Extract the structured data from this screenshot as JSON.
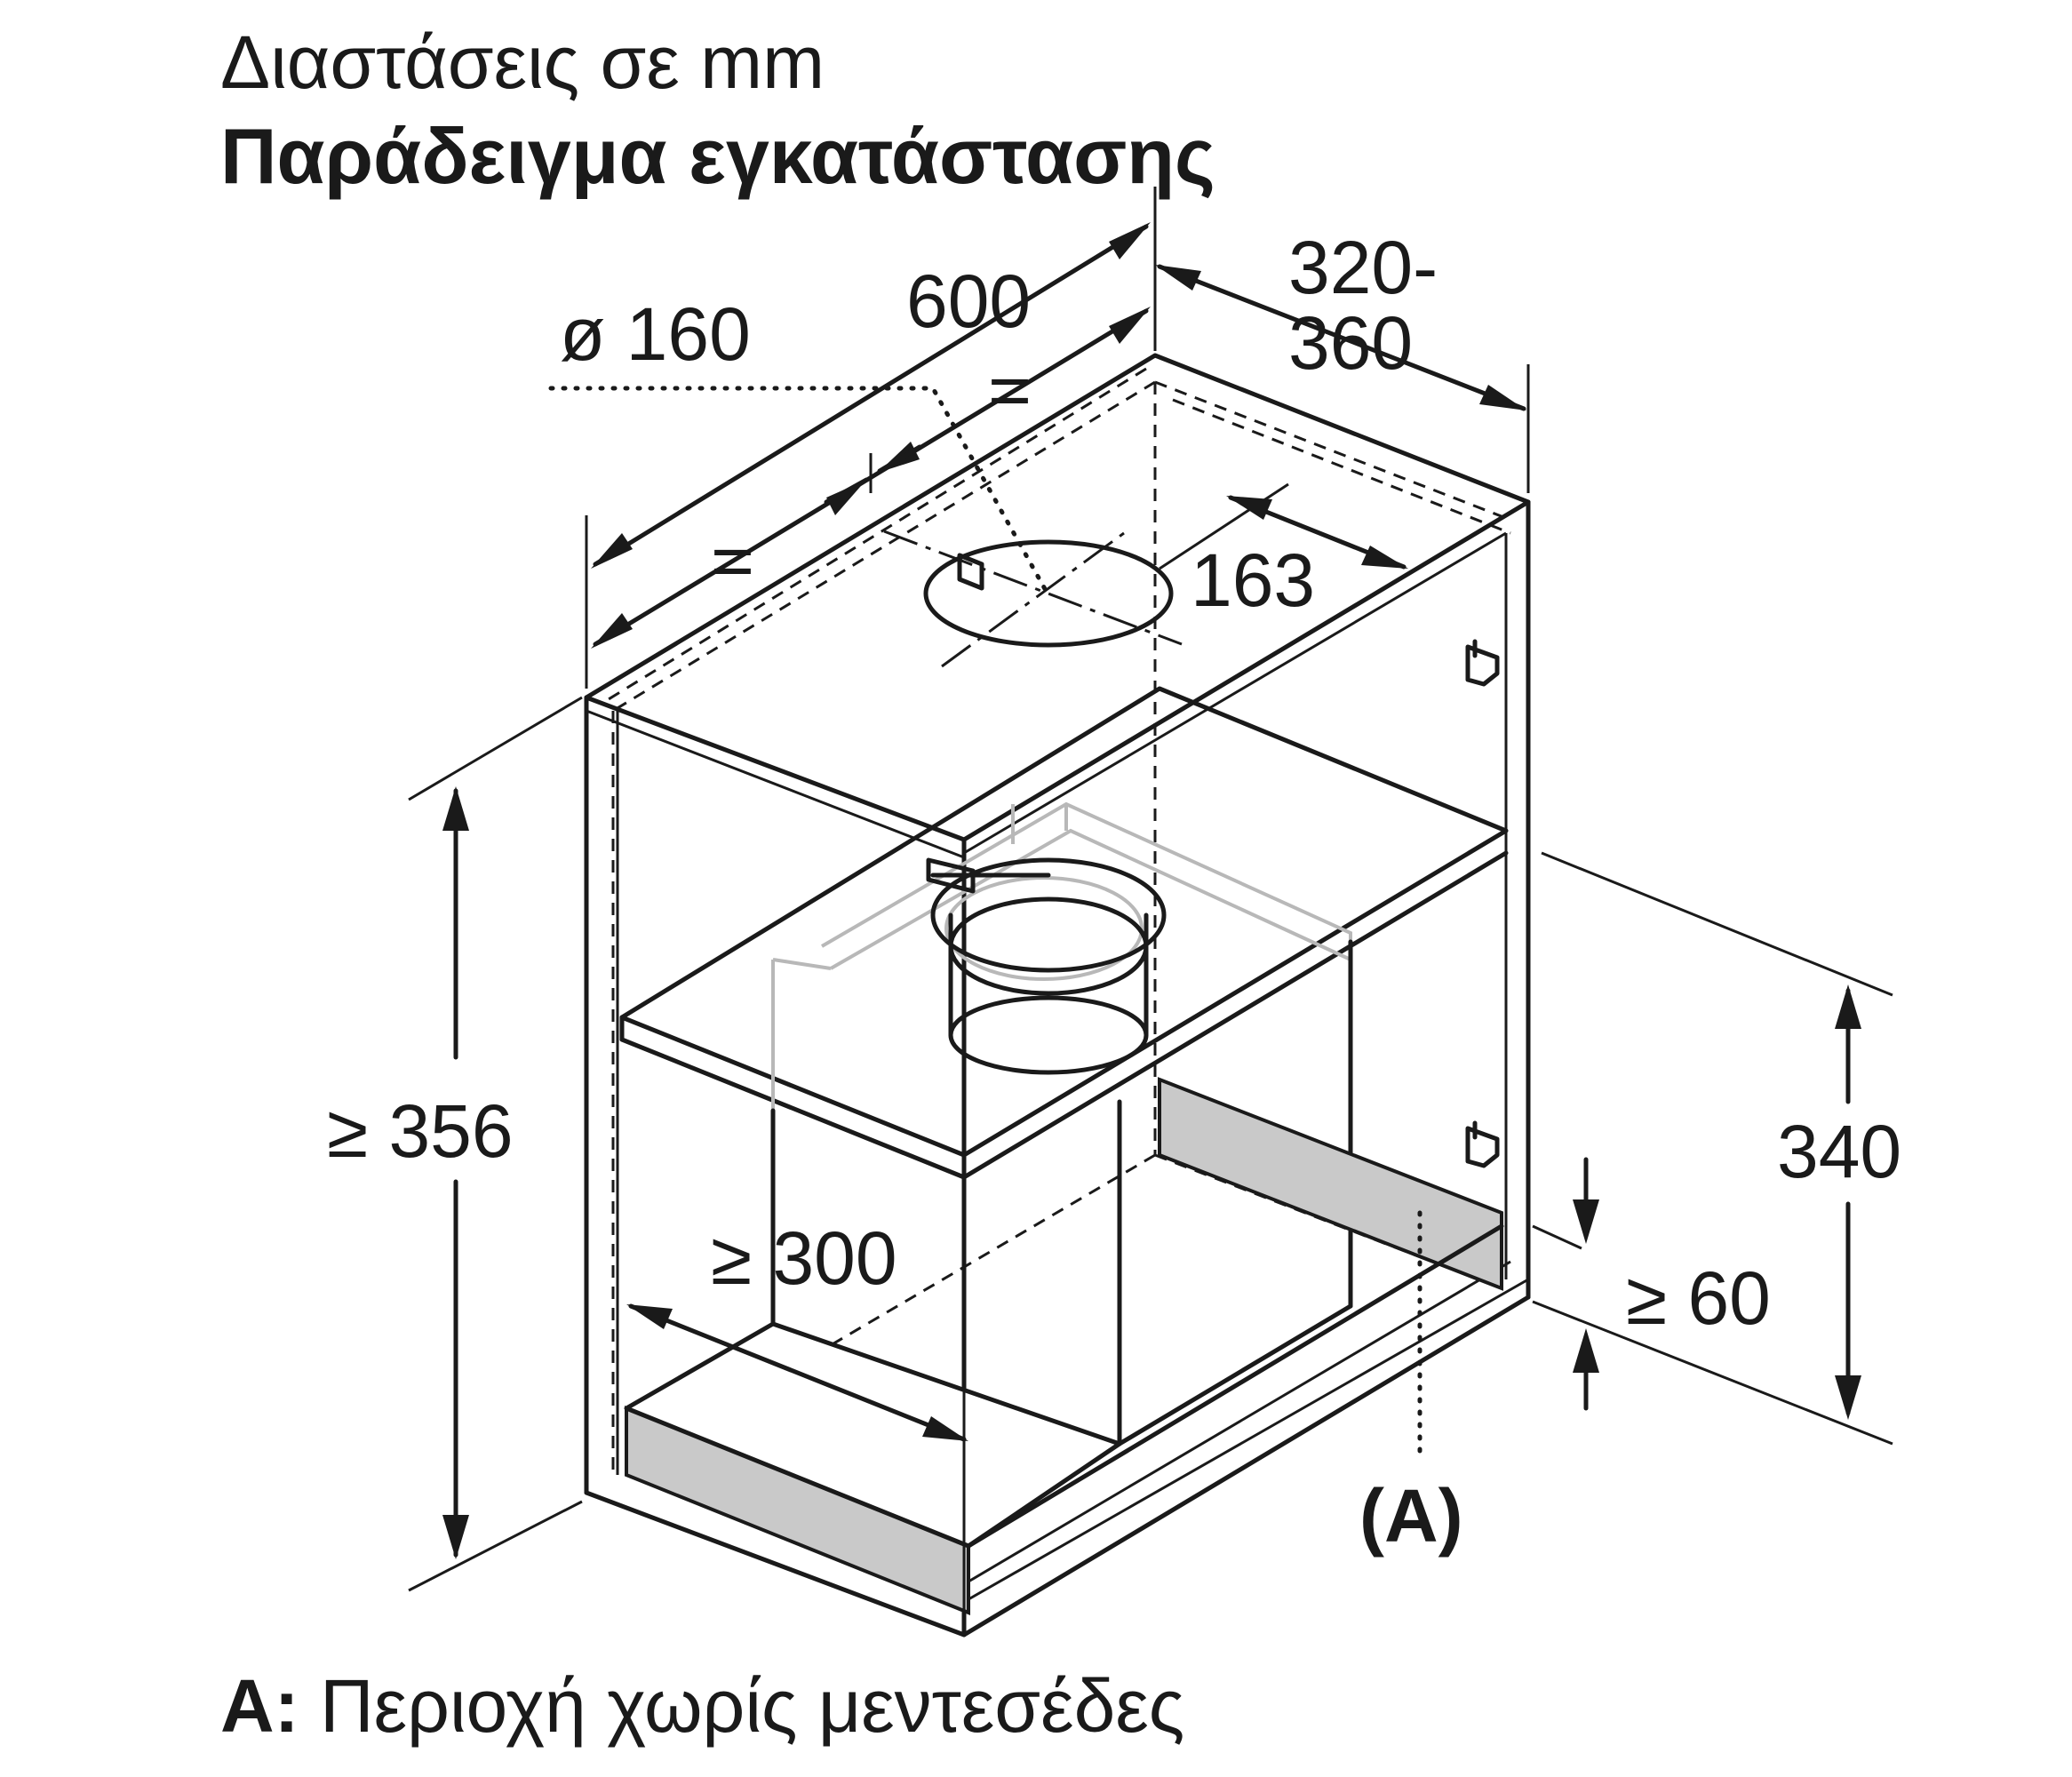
{
  "header": {
    "subtitle": "Διαστάσεις σε mm",
    "title": "Παράδειγμα εγκατάστασης"
  },
  "dimensions": {
    "diameter": "ø 160",
    "width": "600",
    "equal_top": "=",
    "equal_bottom": "=",
    "depth_line1": "320-",
    "depth_line2": "360",
    "offset": "163",
    "height_total": "≥ 356",
    "height_inner": "≥ 300",
    "height_hood": "340",
    "height_base": "≥ 60"
  },
  "zone_marker": "(A)",
  "legend": {
    "key": "A:",
    "text": " Περιοχή χωρίς μεντεσέδες"
  },
  "colors": {
    "line": "#1a1a1a",
    "zone_fill": "#c9c9c9",
    "hidden_part": "#b8b8b8"
  }
}
